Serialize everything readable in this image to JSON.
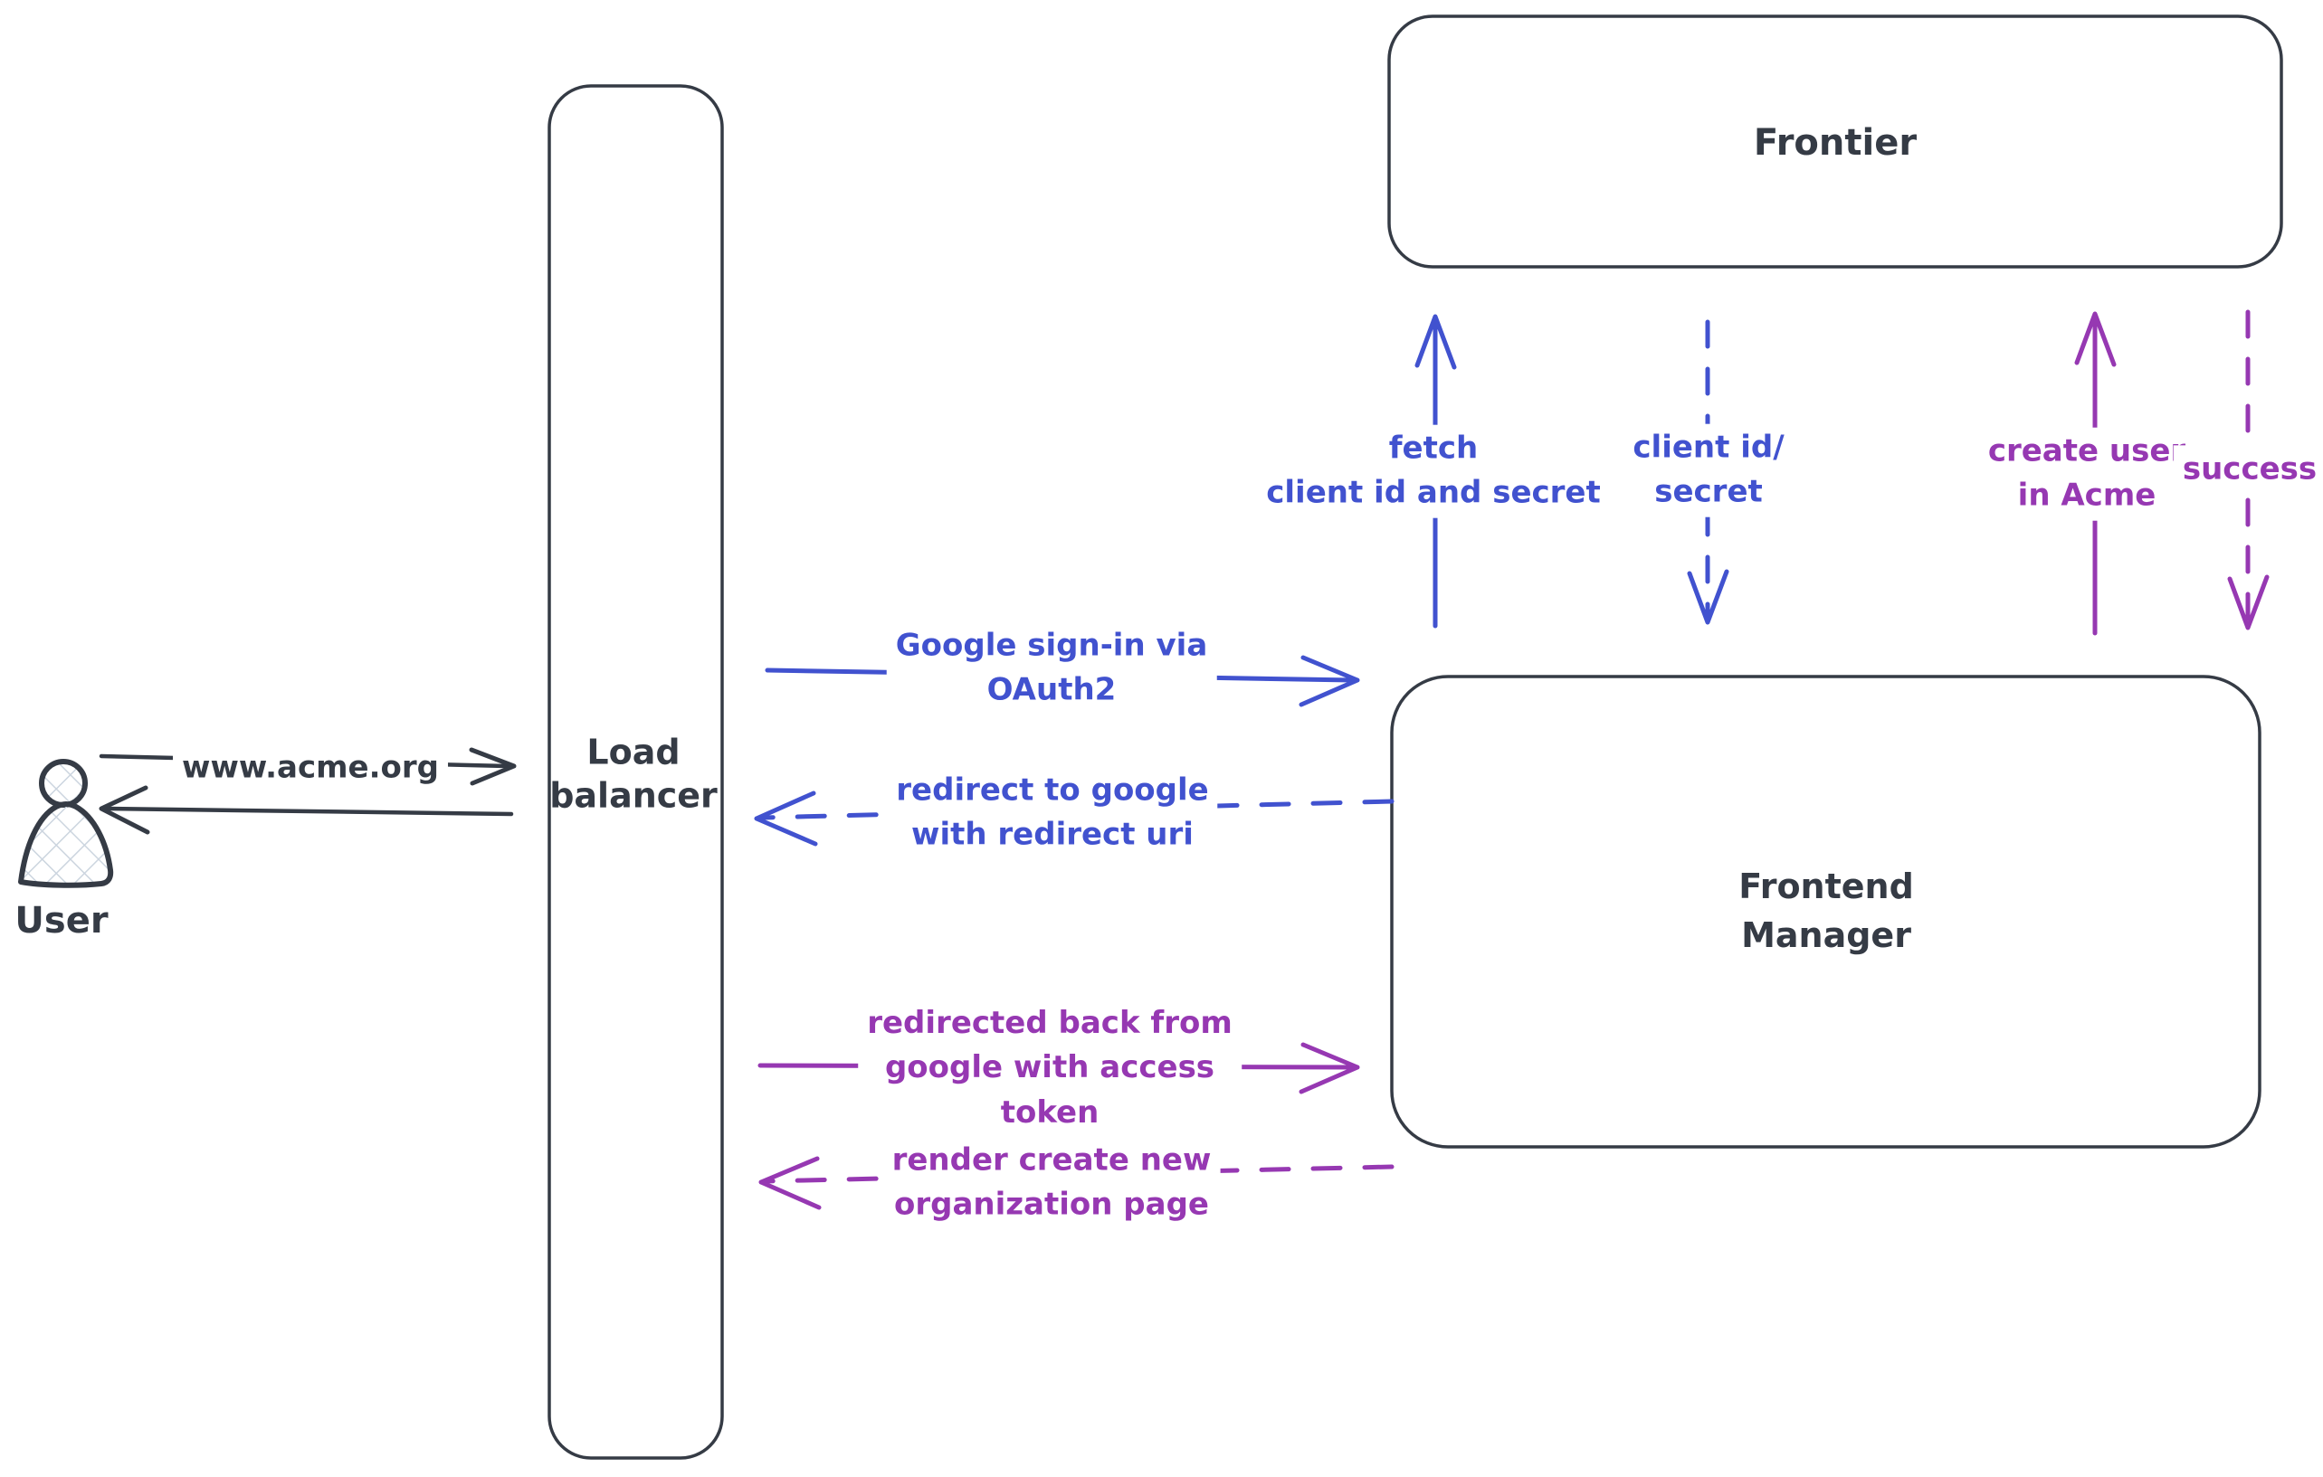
{
  "diagram": {
    "colors": {
      "ink": "#353b45",
      "blue": "#4152cf",
      "purple": "#9638b2",
      "hatch": "#ccd5df",
      "background": "#ffffff"
    },
    "nodes": {
      "user": {
        "label": "User"
      },
      "load_balancer": {
        "lines": [
          "Load",
          "balancer"
        ]
      },
      "frontier": {
        "label": "Frontier"
      },
      "frontend_manager": {
        "lines": [
          "Frontend",
          "Manager"
        ]
      }
    },
    "edges": {
      "acme_request": {
        "label": "www.acme.org",
        "style": "solid",
        "color": "#353b45",
        "from": "user",
        "to": "load-balancer"
      },
      "acme_response": {
        "style": "solid",
        "color": "#353b45",
        "from": "load-balancer",
        "to": "user"
      },
      "google_signin": {
        "lines": [
          "Google sign-in via",
          "OAuth2"
        ],
        "style": "solid",
        "color": "#4152cf",
        "from": "load-balancer",
        "to": "frontend-manager"
      },
      "redirect_google": {
        "lines": [
          "redirect to google",
          "with redirect uri"
        ],
        "style": "dashed",
        "color": "#4152cf",
        "from": "frontend-manager",
        "to": "load-balancer"
      },
      "fetch_secret": {
        "lines": [
          "fetch",
          "client id and secret"
        ],
        "style": "solid",
        "color": "#4152cf",
        "from": "frontend-manager",
        "to": "frontier"
      },
      "client_id_secret": {
        "lines": [
          "client id/",
          "secret"
        ],
        "style": "dashed",
        "color": "#4152cf",
        "from": "frontier",
        "to": "frontend-manager"
      },
      "create_user": {
        "lines": [
          "create user",
          "in Acme"
        ],
        "style": "solid",
        "color": "#9638b2",
        "from": "frontend-manager",
        "to": "frontier"
      },
      "success": {
        "label": "success",
        "style": "dashed",
        "color": "#9638b2",
        "from": "frontier",
        "to": "frontend-manager"
      },
      "redirected_back": {
        "lines": [
          "redirected back from",
          "google with access",
          "token"
        ],
        "style": "solid",
        "color": "#9638b2",
        "from": "load-balancer",
        "to": "frontend-manager"
      },
      "render_org_page": {
        "lines": [
          "render create new",
          "organization page"
        ],
        "style": "dashed",
        "color": "#9638b2",
        "from": "frontend-manager",
        "to": "load-balancer"
      }
    }
  }
}
